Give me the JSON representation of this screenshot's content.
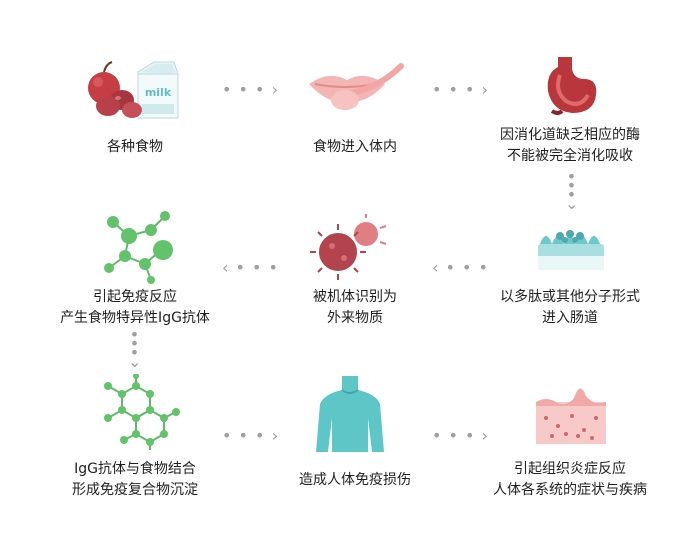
{
  "steps": [
    {
      "id": "foods",
      "line1": "各种食物",
      "line2": "",
      "icon": "food-milk-icon"
    },
    {
      "id": "ingest",
      "line1": "食物进入体内",
      "line2": "",
      "icon": "mouth-spoon-icon"
    },
    {
      "id": "enzyme",
      "line1": "因消化道缺乏相应的酶",
      "line2": "不能被完全消化吸收",
      "icon": "stomach-icon"
    },
    {
      "id": "molecules",
      "line1": "以多肽或其他分子形式",
      "line2": "进入肠道",
      "icon": "intestine-villi-icon"
    },
    {
      "id": "recognized",
      "line1": "被机体识别为",
      "line2": "外来物质",
      "icon": "virus-icon"
    },
    {
      "id": "immune",
      "line1": "引起免疫反应",
      "line2": "产生食物特异性IgG抗体",
      "icon": "molecule-network-icon"
    },
    {
      "id": "complex",
      "line1": "IgG抗体与食物结合",
      "line2": "形成免疫复合物沉淀",
      "icon": "hexagon-molecule-icon"
    },
    {
      "id": "damage",
      "line1": "造成人体免疫损伤",
      "line2": "",
      "icon": "human-torso-icon"
    },
    {
      "id": "symptoms",
      "line1": "引起组织炎症反应",
      "line2": "人体各系统的症状与疾病",
      "icon": "inflamed-tissue-icon"
    }
  ],
  "milk_text": "milk",
  "colors": {
    "arrow": "#9aa0a6",
    "teal": "#5ec6c7",
    "green": "#63c26c",
    "red": "#b24a52",
    "pink": "#f0a8a8"
  }
}
